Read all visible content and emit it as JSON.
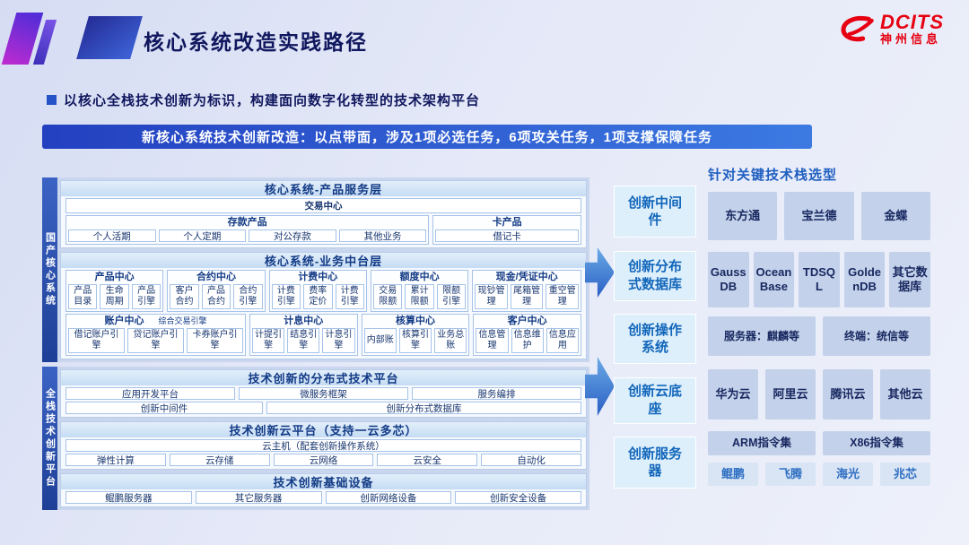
{
  "header": {
    "title": "核心系统改造实践路径",
    "logo_brand": "DCITS",
    "logo_sub": "神州信息"
  },
  "intro": {
    "subtitle": "以核心全栈技术创新为标识，构建面向数字化转型的技术架构平台",
    "banner": "新核心系统技术创新改造：以点带面，涉及1项必选任务，6项攻关任务，1项支撑保障任务"
  },
  "sidebar": {
    "top_label": "国产核心系统",
    "bottom_label": "全栈技术创新平台"
  },
  "product_layer": {
    "title": "核心系统-产品服务层",
    "trade_center": "交易中心",
    "deposit_group": {
      "label": "存款产品",
      "items": [
        "个人活期",
        "个人定期",
        "对公存款",
        "其他业务"
      ]
    },
    "card_group": {
      "label": "卡产品",
      "items": [
        "借记卡"
      ]
    }
  },
  "business_layer": {
    "title": "核心系统-业务中台层",
    "row1": [
      {
        "label": "产品中心",
        "items": [
          "产品目录",
          "生命周期",
          "产品引擎"
        ]
      },
      {
        "label": "合约中心",
        "items": [
          "客户合约",
          "产品合约",
          "合约引擎"
        ]
      },
      {
        "label": "计费中心",
        "items": [
          "计费引擎",
          "费率定价",
          "计费引擎"
        ]
      },
      {
        "label": "额度中心",
        "items": [
          "交易限额",
          "累计限额",
          "限额引擎"
        ]
      },
      {
        "label": "现金/凭证中心",
        "items": [
          "现钞管理",
          "尾箱管理",
          "重空管理"
        ]
      }
    ],
    "row2": [
      {
        "label": "账户中心",
        "note": "综合交易引擎",
        "items": [
          "借记账户引擎",
          "贷记账户引擎",
          "卡券账户引擎"
        ]
      },
      {
        "label": "计息中心",
        "items": [
          "计提引擎",
          "结息引擎",
          "计息引擎"
        ]
      },
      {
        "label": "核算中心",
        "items": [
          "内部账",
          "核算引擎",
          "业务总账"
        ]
      },
      {
        "label": "客户中心",
        "items": [
          "信息管理",
          "信息维护",
          "信息应用"
        ]
      }
    ]
  },
  "distributed_platform": {
    "title": "技术创新的分布式技术平台",
    "row1": [
      "应用开发平台",
      "微服务框架",
      "服务编排"
    ],
    "row2": [
      "创新中间件",
      "创新分布式数据库"
    ]
  },
  "cloud_platform": {
    "title": "技术创新云平台（支持一云多芯）",
    "host": "云主机（配套创新操作系统）",
    "items": [
      "弹性计算",
      "云存储",
      "云网络",
      "云安全",
      "自动化"
    ]
  },
  "infra_layer": {
    "title": "技术创新基础设备",
    "items": [
      "鲲鹏服务器",
      "其它服务器",
      "创新网络设备",
      "创新安全设备"
    ]
  },
  "innovation_column": {
    "items": [
      "创新中间件",
      "创新分布式数据库",
      "创新操作系统",
      "创新云底座",
      "创新服务器"
    ]
  },
  "tech_stack": {
    "title": "针对关键技术栈选型",
    "middleware": [
      "东方通",
      "宝兰德",
      "金蝶"
    ],
    "databases": [
      "GaussDB",
      "OceanBase",
      "TDSQL",
      "GoldenDB",
      "其它数据库"
    ],
    "os": [
      "服务器：麒麟等",
      "终端：统信等"
    ],
    "clouds": [
      "华为云",
      "阿里云",
      "腾讯云",
      "其他云"
    ],
    "instruction_sets": [
      "ARM指令集",
      "X86指令集"
    ],
    "chips": [
      "鲲鹏",
      "飞腾",
      "海光",
      "兆芯"
    ]
  },
  "colors": {
    "accent_blue": "#2a5bd7",
    "deep_navy": "#10175e",
    "brand_red": "#e60012"
  }
}
